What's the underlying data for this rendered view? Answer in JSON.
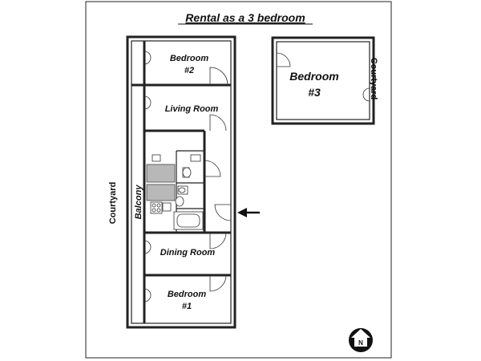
{
  "title": "Rental as a 3 bedroom",
  "rooms": {
    "bedroom2": {
      "line1": "Bedroom",
      "line2": "#2"
    },
    "living_room": "Living Room",
    "bedroom3": {
      "line1": "Bedroom",
      "line2": "#3"
    },
    "balcony": "Balcony",
    "dining_room": "Dining Room",
    "bedroom1": {
      "line1": "Bedroom",
      "line2": "#1"
    }
  },
  "courtyard_left": "Courtyard",
  "courtyard_right": "Courtyard",
  "compass": "N",
  "colors": {
    "wall": "#222222",
    "fixture_grey": "#b8b8b8"
  }
}
